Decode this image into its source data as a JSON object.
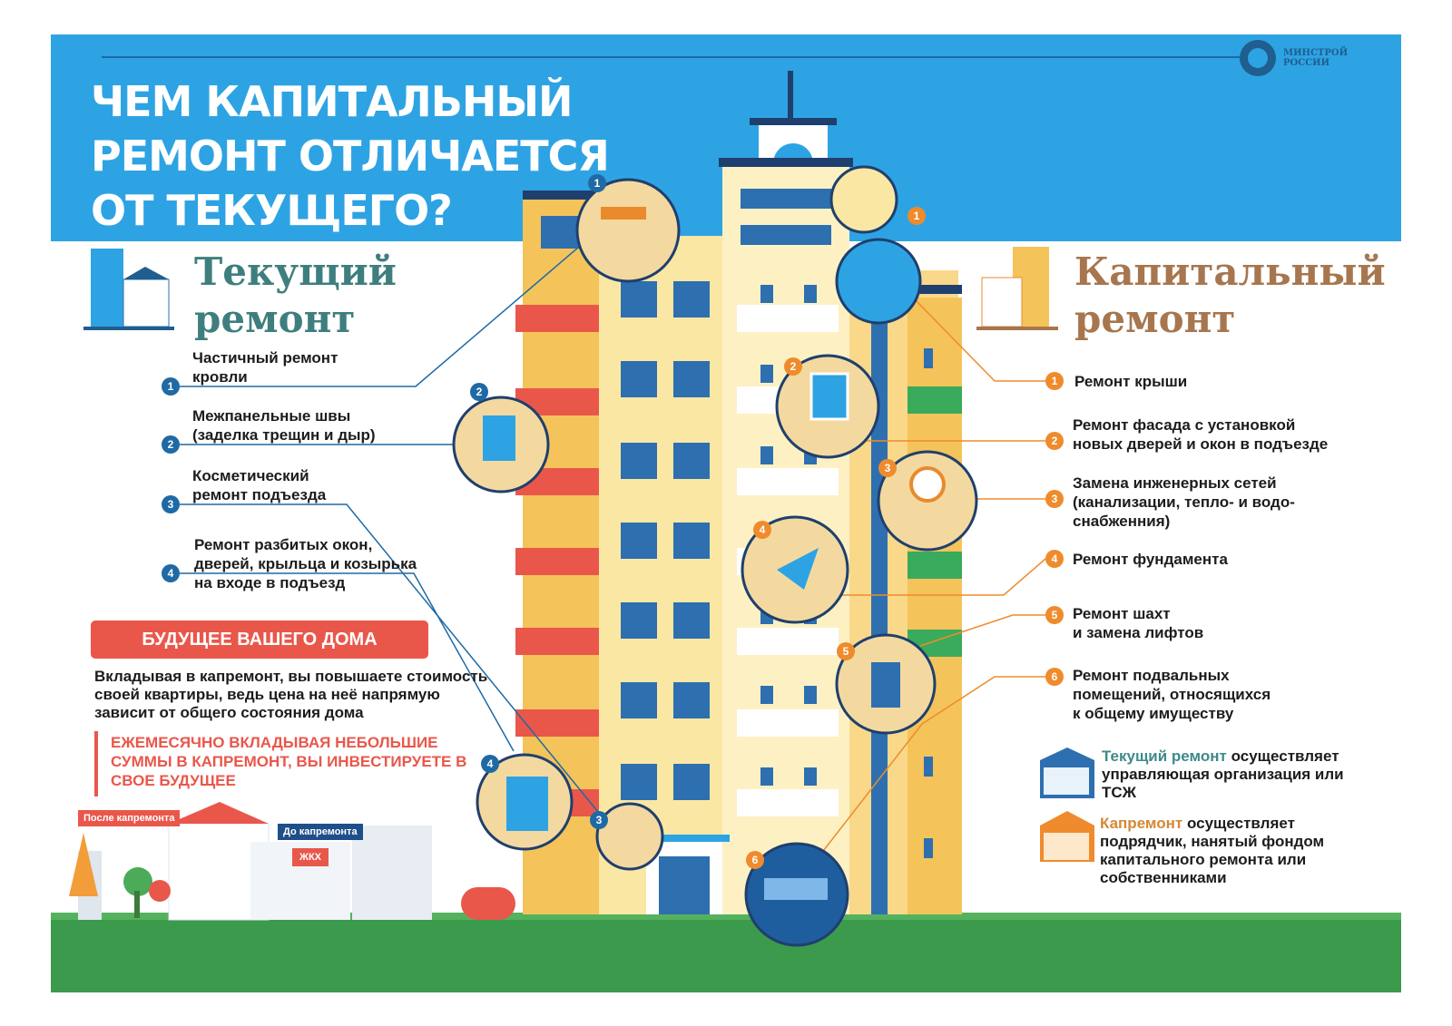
{
  "title_lines": [
    "ЧЕМ КАПИТАЛЬНЫЙ",
    "РЕМОНТ ОТЛИЧАЕТСЯ",
    "ОТ ТЕКУЩЕГО?"
  ],
  "ministry": {
    "line1": "МИНСТРОЙ",
    "line2": "РОССИИ"
  },
  "current": {
    "heading_line1": "Текущий",
    "heading_line2": "ремонт",
    "items": [
      {
        "num": "1",
        "text": "Частичный ремонт\nкровли"
      },
      {
        "num": "2",
        "text": "Межпанельные швы\n(заделка трещин и дыр)"
      },
      {
        "num": "3",
        "text": "Косметический\nремонт подъезда"
      },
      {
        "num": "4",
        "text": "Ремонт разбитых окон,\nдверей, крыльца и козырька\nна входе в подъезд"
      }
    ]
  },
  "capital": {
    "heading_line1": "Капитальный",
    "heading_line2": "ремонт",
    "items": [
      {
        "num": "1",
        "text": "Ремонт крыши"
      },
      {
        "num": "2",
        "text": "Ремонт фасада с установкой\nновых дверей и окон в подъезде"
      },
      {
        "num": "3",
        "text": "Замена инженерных сетей\n(канализации, тепло- и водо-\nснабженния)"
      },
      {
        "num": "4",
        "text": "Ремонт фундамента"
      },
      {
        "num": "5",
        "text": "Ремонт шахт\nи замена лифтов"
      },
      {
        "num": "6",
        "text": "Ремонт подвальных\nпомещений, относящихся\nк общему имуществу"
      }
    ]
  },
  "future": {
    "badge": "БУДУЩЕЕ ВАШЕГО ДОМА",
    "text": "Вкладывая в капремонт, вы повышаете стоимость своей квартиры, ведь цена на неё напрямую зависит от общего состояния дома",
    "invest": "ЕЖЕМЕСЯЧНО ВКЛАДЫВАЯ НЕБОЛЬШИЕ СУММЫ В КАПРЕМОНТ, ВЫ ИНВЕСТИРУЕТЕ В СВОЕ БУДУЩЕЕ"
  },
  "performers": {
    "current_label": "Текущий ремонт",
    "current_rest": " осуществляет управляющая организация или ТСЖ",
    "capital_label": "Капремонт",
    "capital_rest": " осуществляет подрядчик, нанятый фондом капитального ремонта или собственниками"
  },
  "flags": {
    "after": "После капремонта",
    "before": "До капремонта",
    "jkh": "ЖКХ"
  },
  "circle_numbers": {
    "blue": [
      "1",
      "2",
      "3",
      "4"
    ],
    "orange": [
      "1",
      "2",
      "3",
      "4",
      "5",
      "6"
    ]
  },
  "colors": {
    "sky": "#2ea3e3",
    "current_heading": "#3f7e7e",
    "capital_heading": "#a7764e",
    "accent_red": "#e9574b",
    "marker_blue": "#1f6aa5",
    "marker_orange": "#ef8b2c",
    "building_yellow": "#f4c35a",
    "building_cream": "#fbe7a4"
  }
}
